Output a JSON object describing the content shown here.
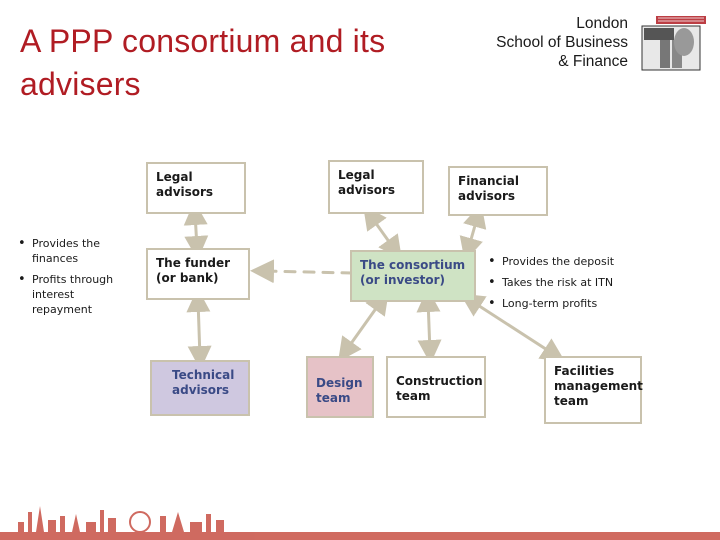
{
  "title": "A PPP consortium and its advisers",
  "logo": {
    "line1": "London",
    "line2": "School of Business",
    "line3": "& Finance"
  },
  "boxes": {
    "legal_advisors_left": "Legal\nadvisors",
    "legal_advisors_right": "Legal\nadvisors",
    "financial_advisors": "Financial\nadvisors",
    "funder": "The funder\n(or bank)",
    "consortium": "The consortium\n(or investor)",
    "technical_advisors": "Technical\nadvisors",
    "design_team": "Design\nteam",
    "construction_team": "Construction\nteam",
    "facilities_team": "Facilities\nmanagement\nteam"
  },
  "funder_notes": [
    "Provides the\nfinances",
    "Profits through\ninterest\nrepayment"
  ],
  "consortium_notes": [
    "Provides the deposit",
    "Takes the risk at ITN",
    "Long-term profits"
  ],
  "colors": {
    "title": "#b01c23",
    "box_border": "#c9c2ad",
    "consortium_fill": "#cfe3c4",
    "technical_fill": "#cfc8e0",
    "design_fill": "#e6c2c7",
    "box_text_accent": "#3a4a86",
    "skyline": "#c0392b"
  }
}
